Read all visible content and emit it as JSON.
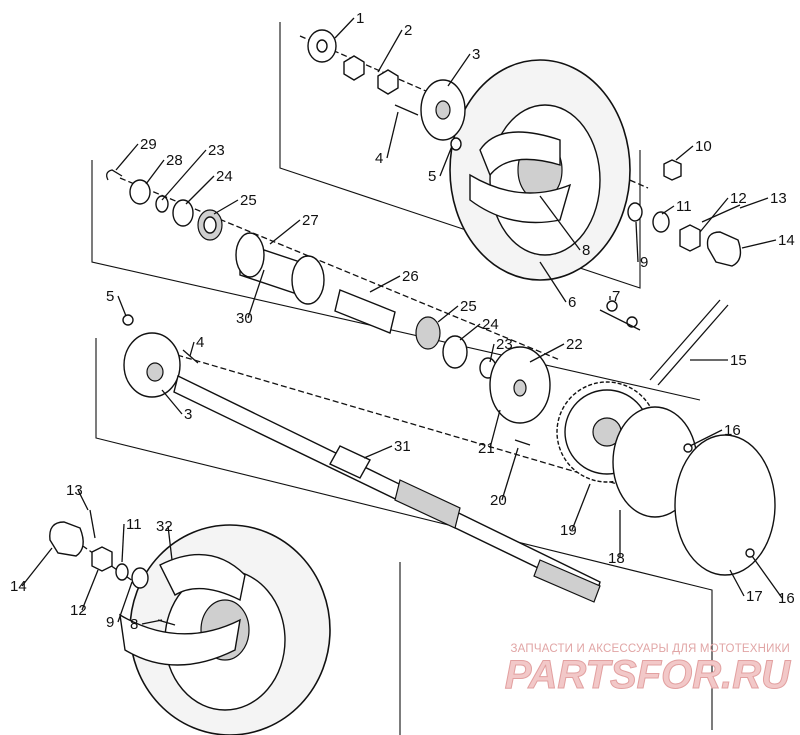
{
  "watermark": {
    "caption": "ЗАПЧАСТИ И АКСЕССУАРЫ ДЛЯ МОТОТЕХНИКИ",
    "logo": "PARTSFOR.RU"
  },
  "callouts": [
    {
      "id": "1"
    },
    {
      "id": "2"
    },
    {
      "id": "3a"
    },
    {
      "id": "4a"
    },
    {
      "id": "5a"
    },
    {
      "id": "6"
    },
    {
      "id": "7"
    },
    {
      "id": "8a"
    },
    {
      "id": "9a"
    },
    {
      "id": "10"
    },
    {
      "id": "11a"
    },
    {
      "id": "12a"
    },
    {
      "id": "13a"
    },
    {
      "id": "14a"
    },
    {
      "id": "15"
    },
    {
      "id": "16a"
    },
    {
      "id": "16b"
    },
    {
      "id": "17"
    },
    {
      "id": "18"
    },
    {
      "id": "19"
    },
    {
      "id": "20"
    },
    {
      "id": "21"
    },
    {
      "id": "22"
    },
    {
      "id": "23a"
    },
    {
      "id": "23b"
    },
    {
      "id": "24a"
    },
    {
      "id": "24b"
    },
    {
      "id": "25a"
    },
    {
      "id": "25b"
    },
    {
      "id": "26"
    },
    {
      "id": "27"
    },
    {
      "id": "28"
    },
    {
      "id": "29"
    },
    {
      "id": "30"
    },
    {
      "id": "31"
    },
    {
      "id": "5b"
    },
    {
      "id": "4b"
    },
    {
      "id": "3b"
    },
    {
      "id": "13b"
    },
    {
      "id": "14b"
    },
    {
      "id": "11b"
    },
    {
      "id": "12b"
    },
    {
      "id": "9b"
    },
    {
      "id": "8b"
    },
    {
      "id": "32"
    }
  ],
  "labels": {
    "1": "1",
    "2": "2",
    "3a": "3",
    "4a": "4",
    "5a": "5",
    "6": "6",
    "7": "7",
    "8a": "8",
    "9a": "9",
    "10": "10",
    "11a": "11",
    "12a": "12",
    "13a": "13",
    "14a": "14",
    "15": "15",
    "16a": "16",
    "16b": "16",
    "17": "17",
    "18": "18",
    "19": "19",
    "20": "20",
    "21": "21",
    "22": "22",
    "23a": "23",
    "23b": "23",
    "24a": "24",
    "24b": "24",
    "25a": "25",
    "25b": "25",
    "26": "26",
    "27": "27",
    "28": "28",
    "29": "29",
    "30": "30",
    "31": "31",
    "5b": "5",
    "4b": "4",
    "3b": "3",
    "13b": "13",
    "14b": "14",
    "11b": "11",
    "12b": "12",
    "9b": "9",
    "8b": "8",
    "32": "32"
  }
}
